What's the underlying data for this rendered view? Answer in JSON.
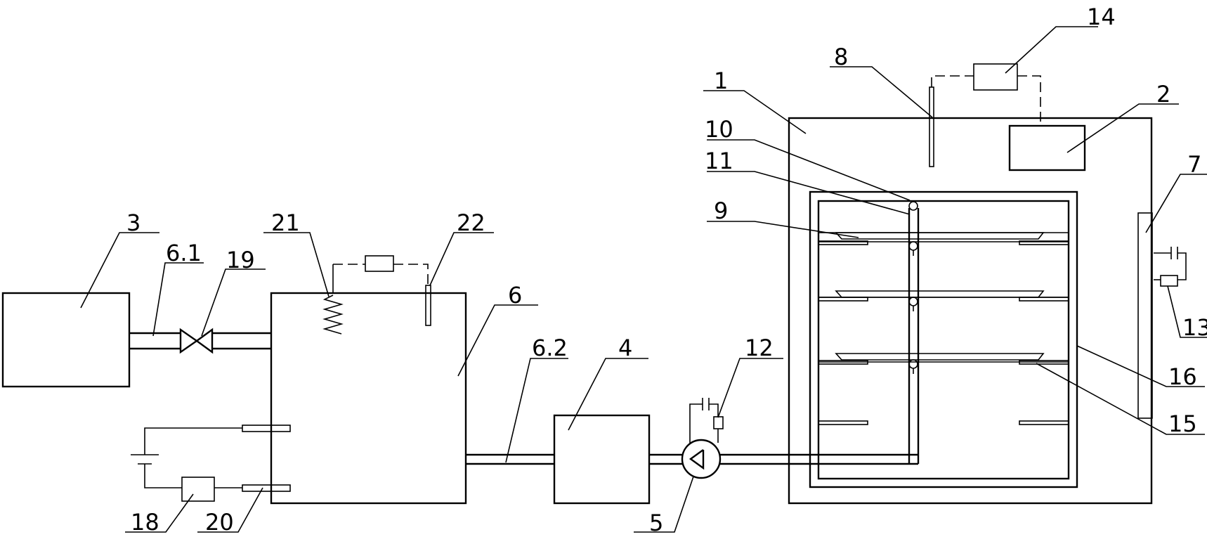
{
  "labels": {
    "l1": "1",
    "l2": "2",
    "l3": "3",
    "l4": "4",
    "l5": "5",
    "l6": "6",
    "l6_1": "6.1",
    "l6_2": "6.2",
    "l7": "7",
    "l8": "8",
    "l9": "9",
    "l10": "10",
    "l11": "11",
    "l12": "12",
    "l13": "13",
    "l14": "14",
    "l15": "15",
    "l16": "16",
    "l18": "18",
    "l19": "19",
    "l20": "20",
    "l21": "21",
    "l22": "22"
  }
}
